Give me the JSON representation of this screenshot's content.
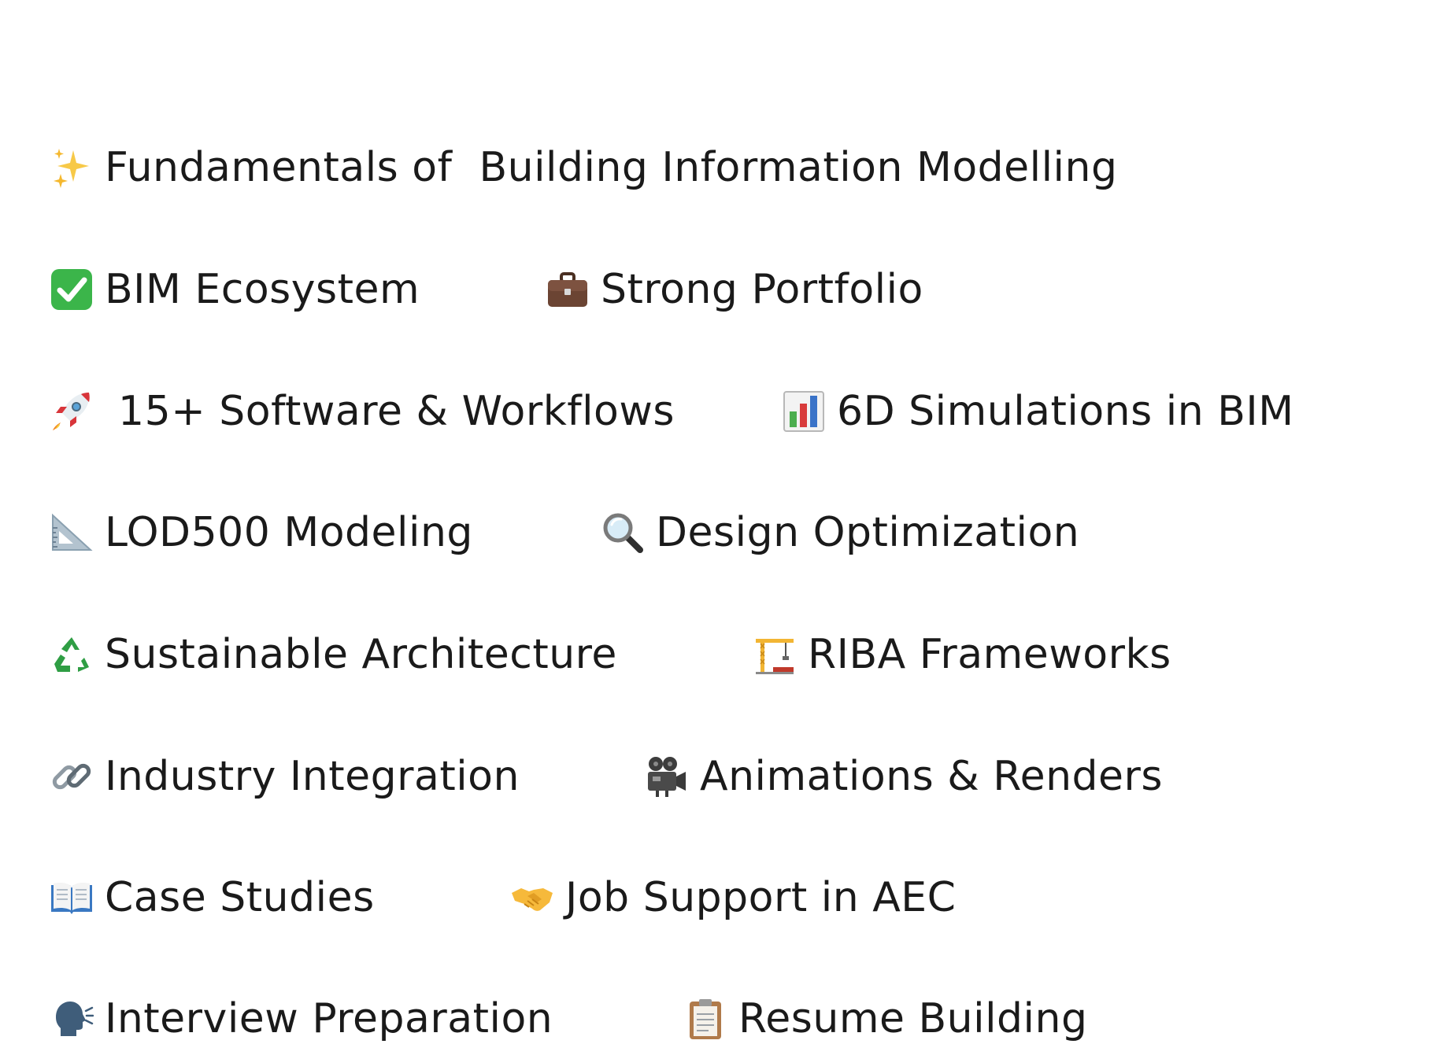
{
  "rows": [
    {
      "left": {
        "icon": "sparkles-icon",
        "label": "Fundamentals of  Building Information Modelling"
      }
    },
    {
      "left": {
        "icon": "check-mark-button-icon",
        "label": "BIM Ecosystem"
      },
      "right": {
        "icon": "briefcase-icon",
        "label": "Strong Portfolio"
      }
    },
    {
      "left": {
        "icon": "rocket-icon",
        "label": " 15+ Software & Workflows"
      },
      "right": {
        "icon": "bar-chart-icon",
        "label": "6D Simulations in BIM"
      }
    },
    {
      "left": {
        "icon": "triangular-ruler-icon",
        "label": "LOD500 Modeling"
      },
      "right": {
        "icon": "magnifying-glass-icon",
        "label": "Design Optimization"
      }
    },
    {
      "left": {
        "icon": "recycling-symbol-icon",
        "label": "Sustainable Architecture"
      },
      "right": {
        "icon": "building-construction-icon",
        "label": "RIBA Frameworks"
      }
    },
    {
      "left": {
        "icon": "link-icon",
        "label": "Industry Integration"
      },
      "right": {
        "icon": "movie-camera-icon",
        "label": "Animations & Renders"
      }
    },
    {
      "left": {
        "icon": "open-book-icon",
        "label": "Case Studies"
      },
      "right": {
        "icon": "handshake-icon",
        "label": "Job Support in AEC"
      }
    },
    {
      "left": {
        "icon": "speaking-head-icon",
        "label": "Interview Preparation"
      },
      "right": {
        "icon": "clipboard-icon",
        "label": "Resume Building"
      }
    }
  ]
}
